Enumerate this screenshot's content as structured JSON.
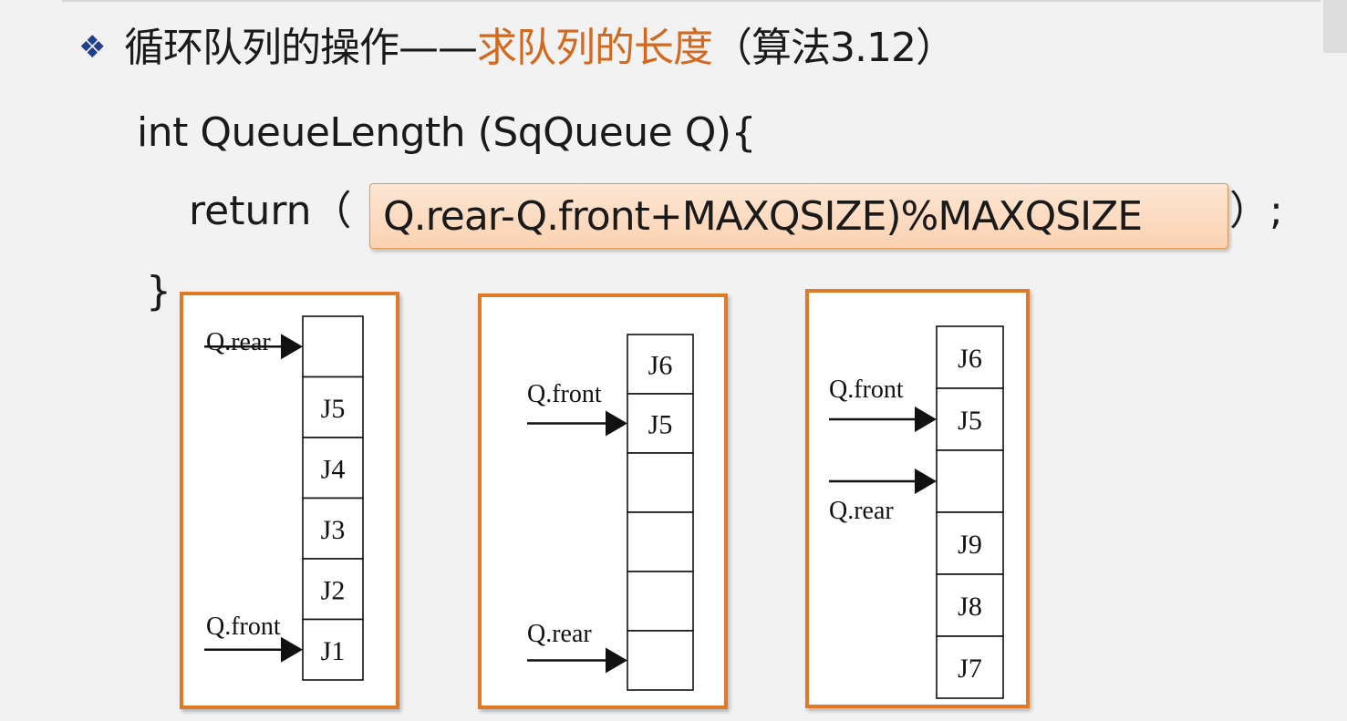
{
  "slide": {
    "bullet_icon": "diamond-bullet-icon",
    "title_main": "循环队列的操作——",
    "title_highlight": "求队列的长度",
    "title_suffix": "（算法3.12）",
    "accent_color": "#d2691e",
    "frame_color": "#e07a26"
  },
  "code": {
    "signature": "int  QueueLength (SqQueue Q){",
    "return_keyword": "return（",
    "expression": "Q.rear-Q.front+MAXQSIZE)%MAXQSIZE",
    "return_close": "）;",
    "closing_brace": "}"
  },
  "diagrams": [
    {
      "cells": [
        "",
        "J5",
        "J4",
        "J3",
        "J2",
        "J1"
      ],
      "pointers": [
        {
          "label": "Q.rear",
          "cell": 0
        },
        {
          "label": "Q.front",
          "cell": 5
        }
      ]
    },
    {
      "cells": [
        "J6",
        "J5",
        "",
        "",
        "",
        ""
      ],
      "pointers": [
        {
          "label": "Q.front",
          "cell": 1
        },
        {
          "label": "Q.rear",
          "cell": 5
        }
      ]
    },
    {
      "cells": [
        "J6",
        "J5",
        "",
        "J9",
        "J8",
        "J7"
      ],
      "pointers": [
        {
          "label": "Q.front",
          "cell": 1
        },
        {
          "label": "Q.rear",
          "cell": 2
        }
      ]
    }
  ]
}
